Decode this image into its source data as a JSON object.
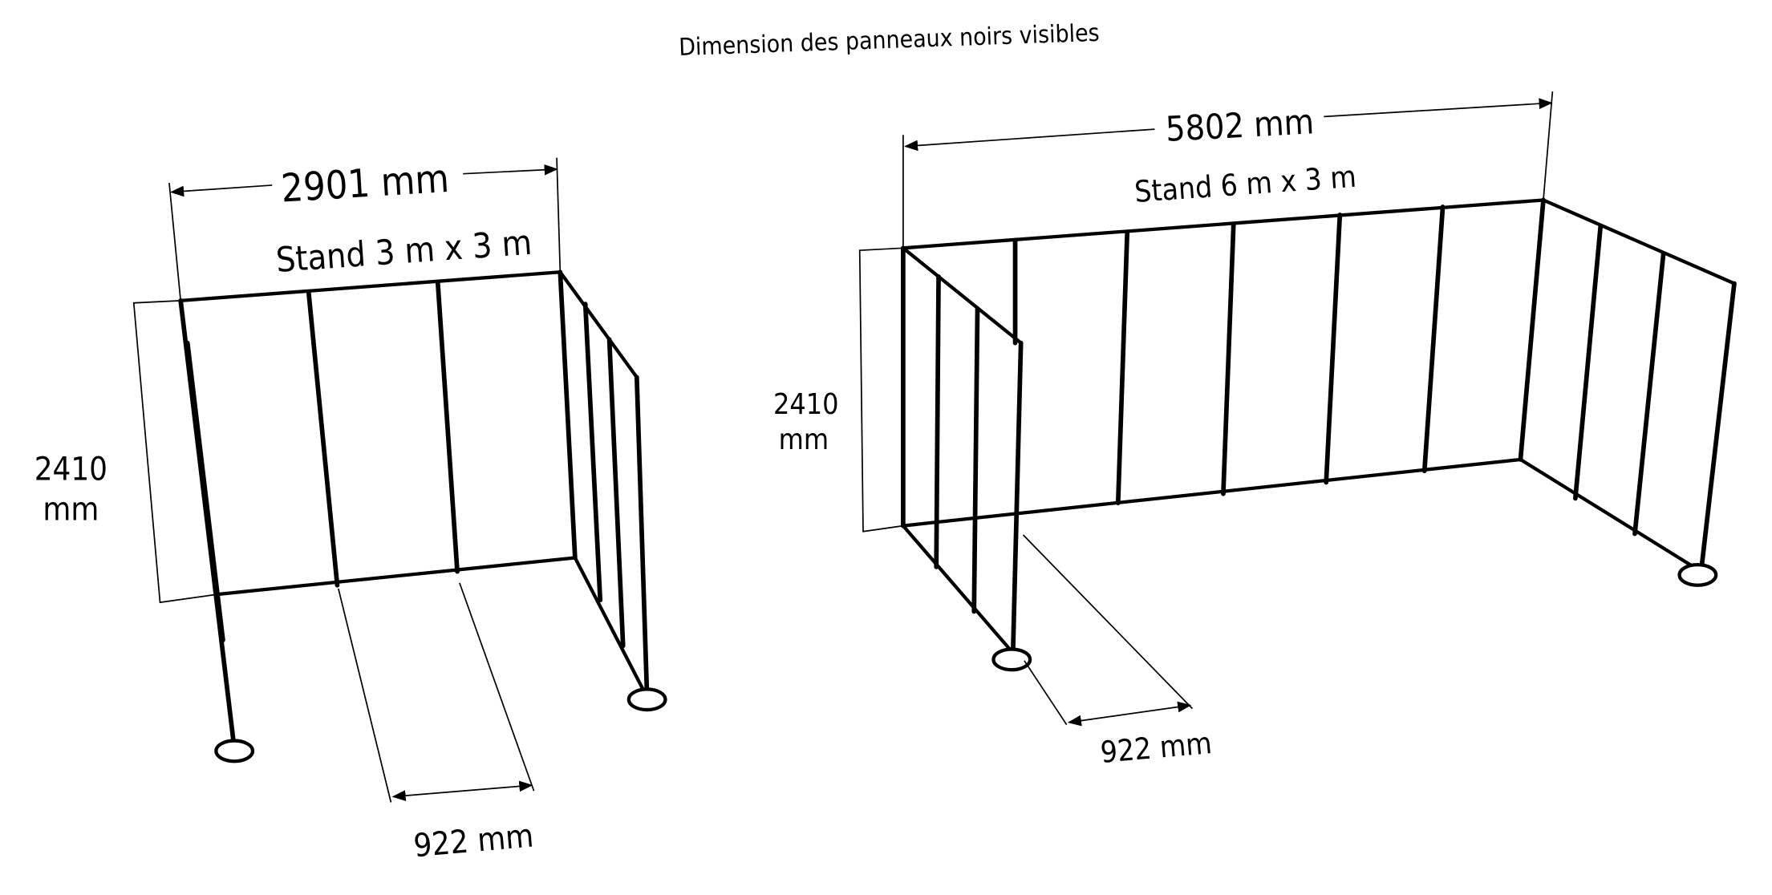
{
  "title": "Dimension des panneaux noirs visibles",
  "stand_small": {
    "name": "Stand 3 m x 3 m",
    "width": "2901 mm",
    "height_value": "2410",
    "height_unit": "mm",
    "panel_width": "922 mm"
  },
  "stand_large": {
    "name": "Stand 6 m x 3 m",
    "width": "5802 mm",
    "height_value": "2410",
    "height_unit": "mm",
    "panel_width": "922 mm"
  }
}
